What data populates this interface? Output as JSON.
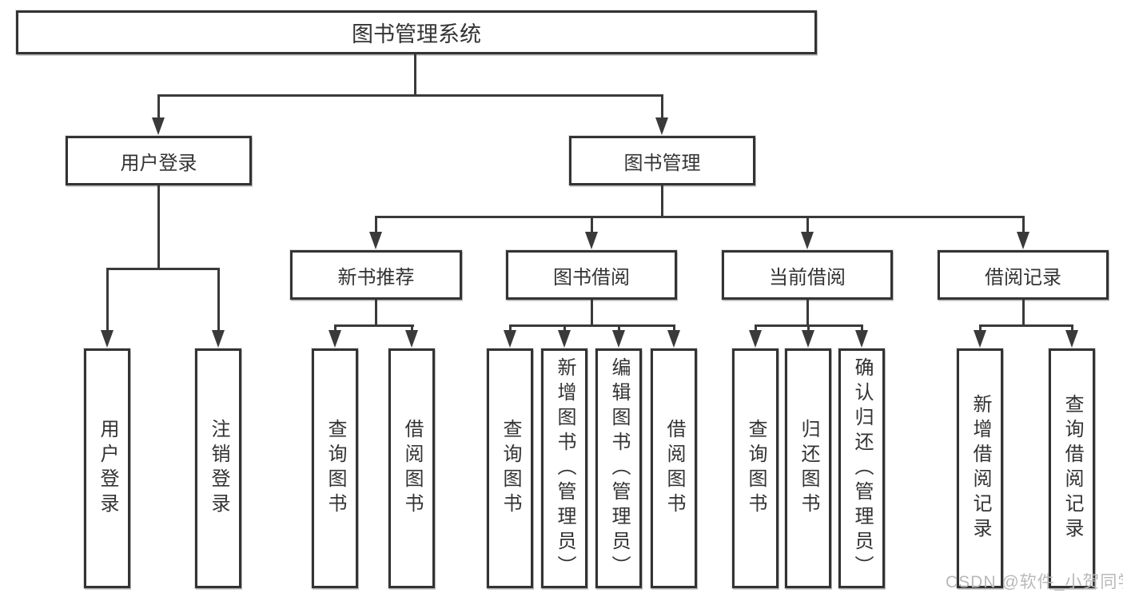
{
  "diagram": {
    "root": {
      "label": "图书管理系统"
    },
    "level2": [
      {
        "label": "用户登录",
        "children": [
          "用户登录",
          "注销登录"
        ]
      },
      {
        "label": "图书管理",
        "children": [
          {
            "label": "新书推荐",
            "children": [
              "查询图书",
              "借阅图书"
            ]
          },
          {
            "label": "图书借阅",
            "children": [
              "查询图书",
              "新增图书（管理员）",
              "编辑图书（管理员）",
              "借阅图书"
            ]
          },
          {
            "label": "当前借阅",
            "children": [
              "查询图书",
              "归还图书",
              "确认归还（管理员）"
            ]
          },
          {
            "label": "借阅记录",
            "children": [
              "新增借阅记录",
              "查询借阅记录"
            ]
          }
        ]
      }
    ]
  },
  "watermark": {
    "text": "CSDN @软件_小贺同学"
  },
  "colors": {
    "background": "#ffffff",
    "line": "#3a3a3a",
    "box_border": "#333333",
    "text": "#333333",
    "watermark": "#b9b9b9"
  }
}
